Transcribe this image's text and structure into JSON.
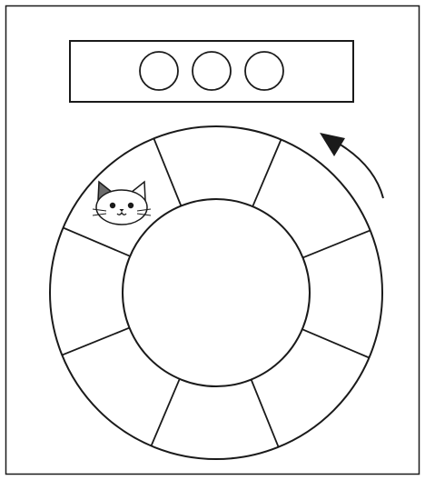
{
  "diagram": {
    "top_box": {
      "circle_count": 3
    },
    "wheel": {
      "segment_count": 8,
      "cat_segment_index": 0,
      "arrow_direction": "counter-clockwise"
    },
    "colors": {
      "stroke": "#1a1a1a",
      "background": "#ffffff",
      "cat_ears_inner": "#6b6b6b"
    },
    "icons": {
      "cat": "cat-face-icon",
      "arrow": "curved-arrow-icon"
    }
  }
}
